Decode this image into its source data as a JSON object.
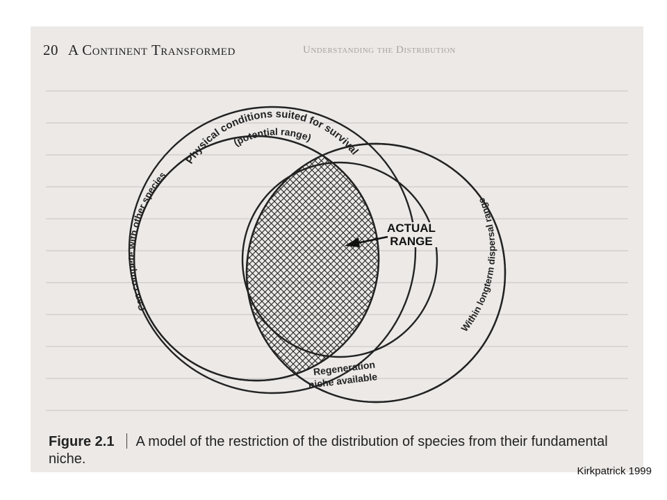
{
  "page": {
    "page_number": "20",
    "book_title": "A Continent Transformed",
    "faded_running_head": "Understanding the Distribution",
    "credit": "Kirkpatrick 1999"
  },
  "diagram": {
    "circles": {
      "potential": {
        "label_top": "Physical conditions suited for survival",
        "label_sub": "(potential range)"
      },
      "competition": {
        "label": "Can compete with other species"
      },
      "dispersal": {
        "label": "Within longterm dispersal range"
      },
      "regeneration": {
        "label_line1": "Regeneration",
        "label_line2": "niche available"
      }
    },
    "actual_range": {
      "line1": "ACTUAL",
      "line2": "RANGE"
    }
  },
  "caption": {
    "label": "Figure 2.1",
    "text": "A model of the restriction of the distribution of species from their fundamental niche."
  },
  "colors": {
    "ink": "#222222",
    "paper": "#ece9e7"
  }
}
